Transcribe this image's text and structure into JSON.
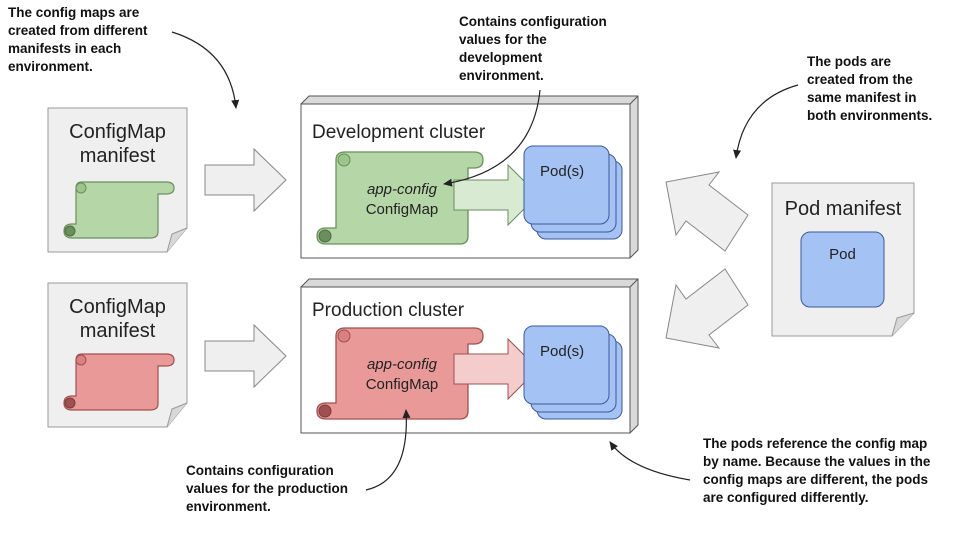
{
  "annotations": {
    "top_left": [
      "The config maps are",
      "created from different",
      "manifests in each",
      "environment."
    ],
    "top_center": [
      "Contains configuration",
      "values for the",
      "development",
      "environment."
    ],
    "top_right": [
      "The pods are",
      "created from the",
      "same manifest in",
      "both environments."
    ],
    "bottom_center": [
      "Contains configuration",
      "values for the production",
      "environment."
    ],
    "bottom_right": [
      "The pods reference the config map",
      "by name. Because the values in the",
      "config maps are different, the pods",
      "are configured differently."
    ]
  },
  "dev_manifest": {
    "line1": "ConfigMap",
    "line2": "manifest"
  },
  "prod_manifest": {
    "line1": "ConfigMap",
    "line2": "manifest"
  },
  "dev_cluster": {
    "title": "Development cluster",
    "configmap_name": "app-config",
    "configmap_kind": "ConfigMap",
    "pods_label": "Pod(s)"
  },
  "prod_cluster": {
    "title": "Production cluster",
    "configmap_name": "app-config",
    "configmap_kind": "ConfigMap",
    "pods_label": "Pod(s)"
  },
  "pod_manifest": {
    "title": "Pod manifest",
    "pod_label": "Pod"
  },
  "colors": {
    "green_fill": "#b5d6a7",
    "green_stroke": "#6a8f5c",
    "red_fill": "#ea9999",
    "red_stroke": "#a05050",
    "pod_fill": "#a4c2f4",
    "pod_stroke": "#3c5a99",
    "doc_fill": "#efefef",
    "arrow_fill": "#efefef"
  }
}
